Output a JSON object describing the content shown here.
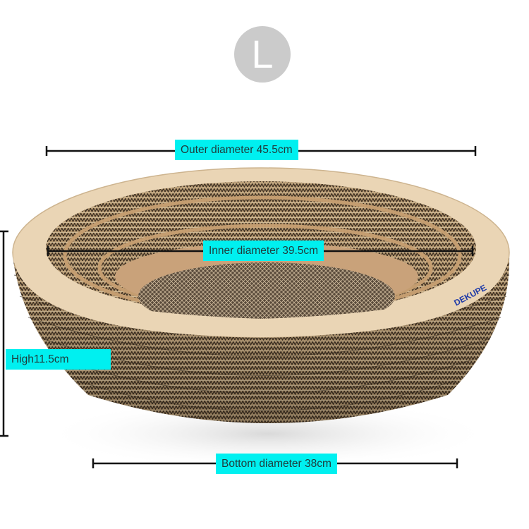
{
  "size_badge": {
    "letter": "L",
    "color": "#cbcbcb"
  },
  "product": {
    "description": "corrugated cardboard bowl-shaped cat scratcher",
    "brand_mark": "DEKUPE"
  },
  "dimensions": {
    "outer_diameter": "Outer diameter 45.5cm",
    "inner_diameter": "Inner diameter 39.5cm",
    "height": "High11.5cm",
    "bottom_diameter": "Bottom diameter 38cm"
  },
  "colors": {
    "label_bg": "#00f0f0",
    "label_text": "#1f3b3b",
    "rim": "#ead5b5",
    "cardboard": "#b89a72",
    "cardboard_dark": "#4a3a2a",
    "inner_base": "#c9a27a",
    "dimension_line": "#111111",
    "brand": "#1f3aa8"
  }
}
